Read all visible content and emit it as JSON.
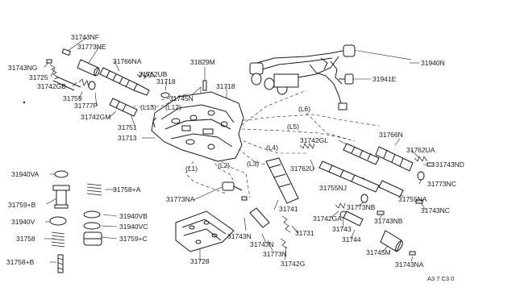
{
  "diagram_code": "A3 7  C3 0",
  "parts": {
    "p31743NF": "31743NF",
    "p31773NE": "31773NE",
    "p31743NG": "31743NG",
    "p31725": "31725",
    "p31766NA": "31766NA",
    "p31742GB": "31742GB",
    "p31762UB": "31762UB",
    "p31718a": "31718",
    "p31829M": "31829M",
    "p31718b": "31718",
    "p31940N": "31940N",
    "p31941E": "31941E",
    "p31759": "31759",
    "p31777P": "31777P",
    "p31745N": "31745N",
    "p31742GM": "31742GM",
    "p31751": "31751",
    "p31713": "31713",
    "p31766N": "31766N",
    "p31742GL": "31742GL",
    "p31762UA": "31762UA",
    "p31743ND": "31743ND",
    "p31762U": "31762U",
    "p31755NJ": "31755NJ",
    "p31773NC": "31773NC",
    "p31755NA": "31755NA",
    "p31743NC": "31743NC",
    "p31940VA": "31940VA",
    "p31759B": "31759+B",
    "p31758A": "31758+A",
    "p31773NA": "31773NA",
    "p31741": "31741",
    "p31773NB": "31773NB",
    "p31742GA": "31742GA",
    "p31743NB": "31743NB",
    "p31940V": "31940V",
    "p31940VB": "31940VB",
    "p31940VC": "31940VC",
    "p31758": "31758",
    "p31759C": "31759+C",
    "p31743N": "31743N",
    "p31743Nb": "31743N",
    "p31731": "31731",
    "p31743": "31743",
    "p31744": "31744",
    "p31745M": "31745M",
    "p31758B": "31758+B",
    "p31728": "31728",
    "p31773N": "31773N",
    "p31742G": "31742G",
    "p31743NA": "31743NA"
  },
  "passages": {
    "L13": "(L13)",
    "L12": "(L12)",
    "L6": "(L6)",
    "L5": "(L5)",
    "L4": "(L4)",
    "L3": "(L3)",
    "L2": "(L2)",
    "L1": "(L1)"
  }
}
